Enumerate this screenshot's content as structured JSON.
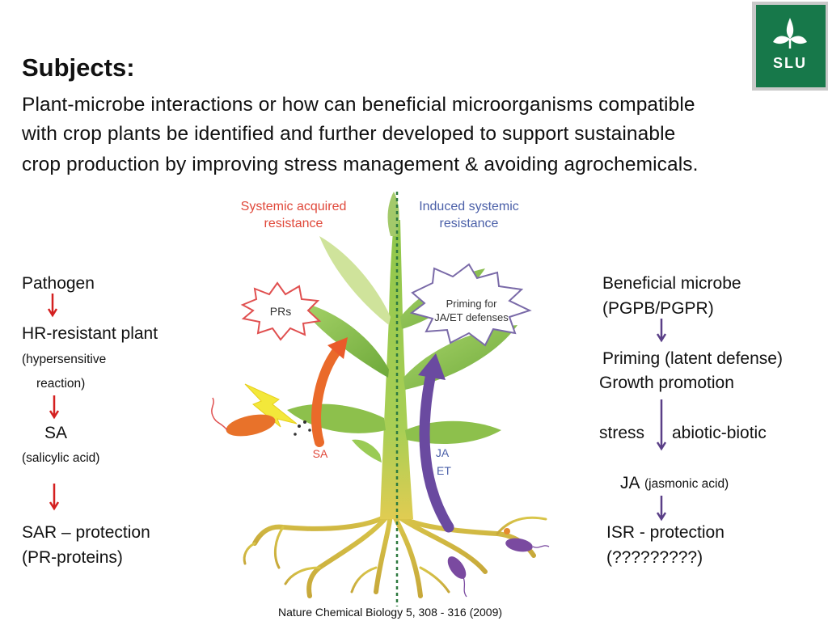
{
  "header": {
    "title": "Subjects:",
    "intro_lines": [
      "Plant-microbe interactions or how can beneficial microorganisms compatible",
      "with crop plants be identified  and further developed to support sustainable",
      "crop production by improving stress management & avoiding agrochemicals."
    ]
  },
  "logo": {
    "text": "SLU",
    "color": "#1a7a45"
  },
  "left_chain": {
    "pathogen": "Pathogen",
    "hr_plant": "HR-resistant plant",
    "hr_note_1": "(hypersensitive",
    "hr_note_2": "reaction)",
    "sa": "SA",
    "sa_note": "(salicylic acid)",
    "sar": "SAR – protection",
    "pr": "(PR-proteins)",
    "arrow_color": "#d42020"
  },
  "right_chain": {
    "beneficial": "Beneficial microbe",
    "pgpb": "(PGPB/PGPR)",
    "priming": "Priming (latent defense)",
    "growth": "Growth promotion",
    "stress": "stress",
    "abiotic": "abiotic-biotic",
    "ja": "JA",
    "ja_note": "(jasmonic acid)",
    "isr": "ISR - protection",
    "unknown": "(?????????)",
    "arrow_color": "#5a3f87"
  },
  "diagram": {
    "sar_title_1": "Systemic acquired",
    "sar_title_2": "resistance",
    "isr_title_1": "Induced systemic",
    "isr_title_2": "resistance",
    "prs": "PRs",
    "priming_1": "Priming for",
    "priming_2": "JA/ET defenses",
    "sa": "SA",
    "ja": "JA",
    "et": "ET",
    "sar_color": "#e0483a",
    "isr_color": "#4a5fa8"
  },
  "citation": "Nature Chemical Biology 5, 308 - 316 (2009)"
}
